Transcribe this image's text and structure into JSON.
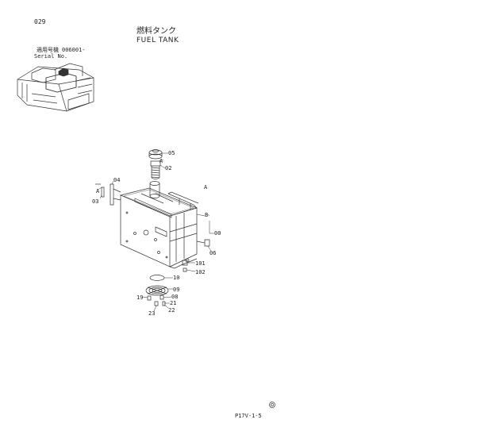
{
  "header": {
    "page_code": "029",
    "title_jp": "燃料タンク",
    "title_en": "FUEL TANK",
    "serial_label_jp": "適用号機",
    "serial_value": "006001-",
    "serial_label_en": "Serial No."
  },
  "callouts": {
    "view_a": "A",
    "c05": "05",
    "c_a_mark": "A",
    "c02": "02",
    "c04": "04",
    "c_a_left": "A",
    "c03": "03",
    "c_b": "B",
    "c00": "00",
    "c06": "06",
    "c101": "101",
    "c102": "102",
    "c10": "10",
    "c09": "09",
    "c19": "19",
    "c08": "08",
    "c21": "21",
    "c22": "22",
    "c23": "23"
  },
  "footer": {
    "page_ref": "P17V-1-5"
  }
}
